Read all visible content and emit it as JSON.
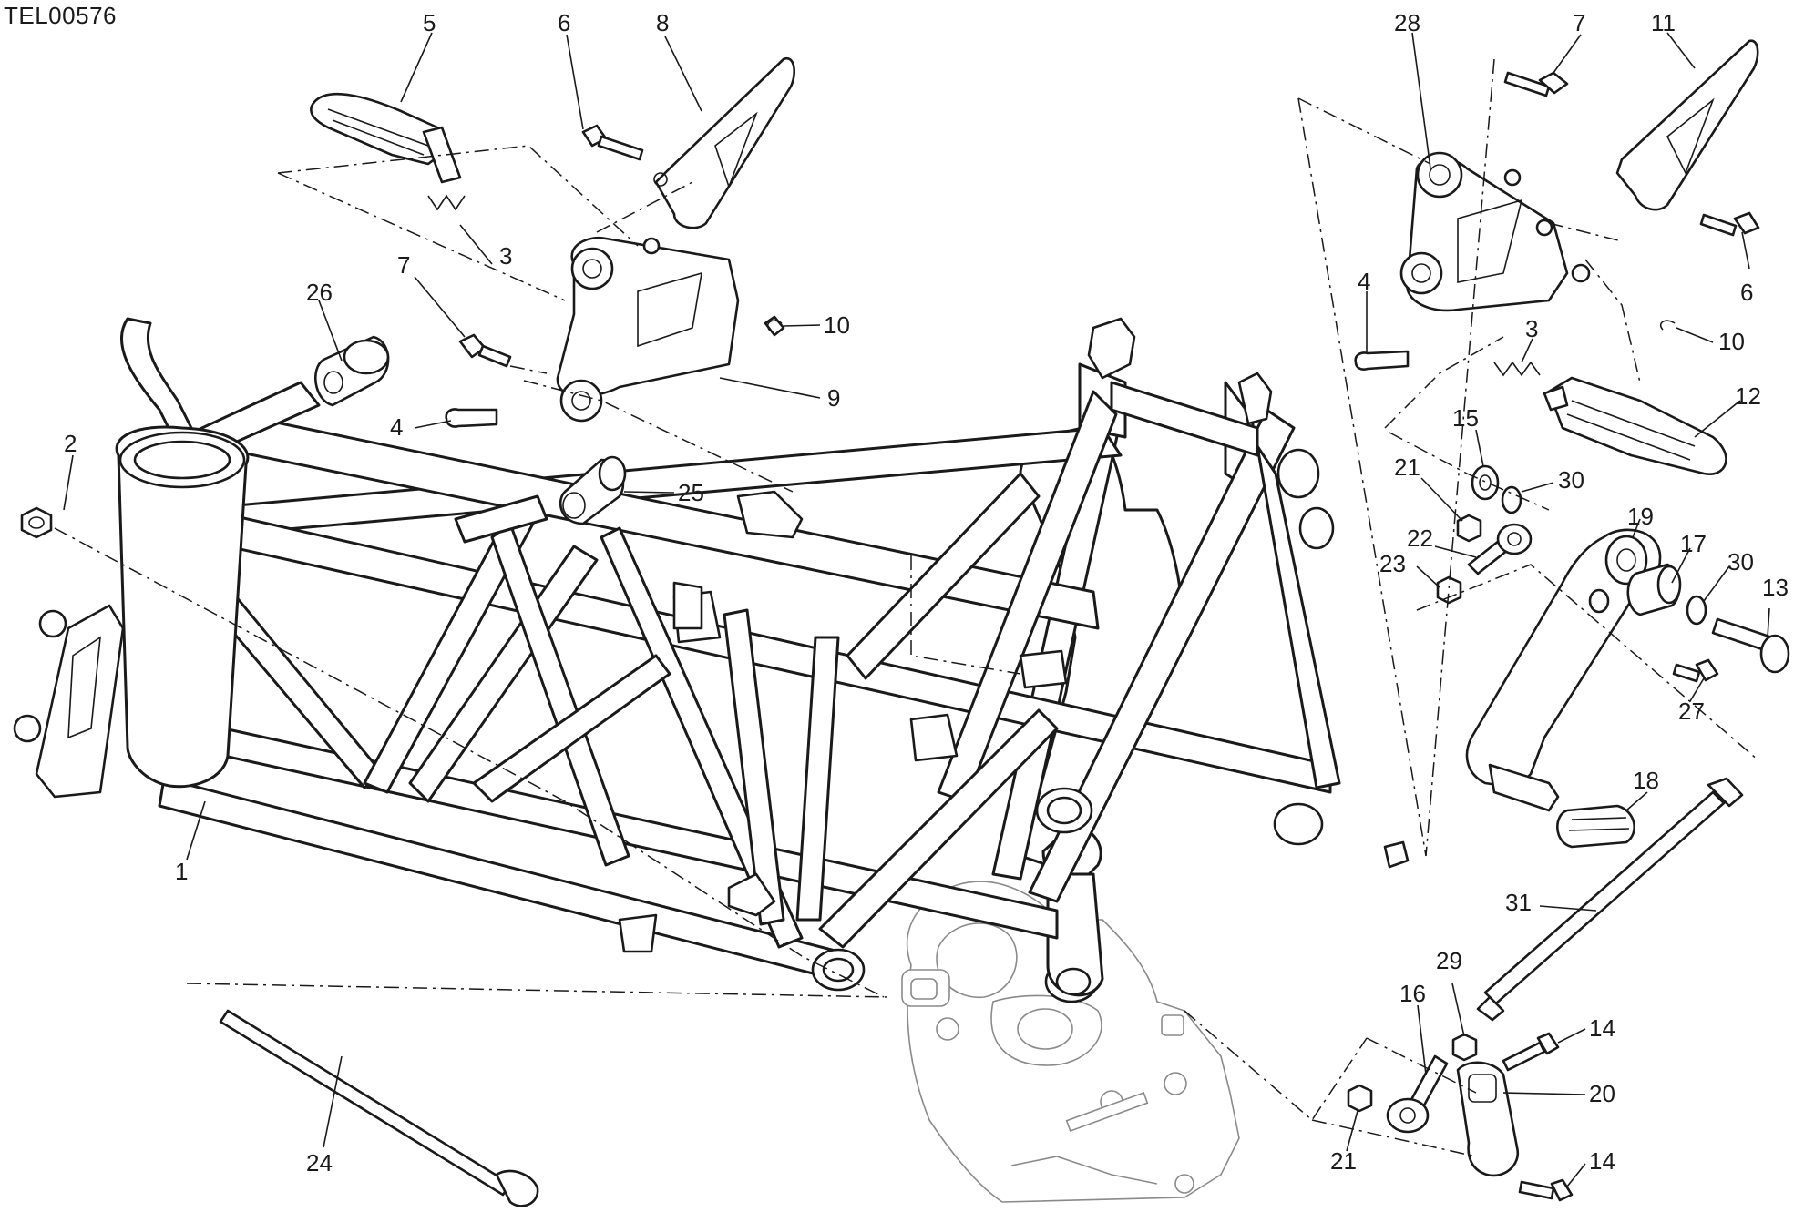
{
  "document_code": "TEL00576",
  "callouts": [
    {
      "id": "c1",
      "label": "1"
    },
    {
      "id": "c2",
      "label": "2"
    },
    {
      "id": "c3a",
      "label": "3"
    },
    {
      "id": "c3b",
      "label": "3"
    },
    {
      "id": "c4a",
      "label": "4"
    },
    {
      "id": "c4b",
      "label": "4"
    },
    {
      "id": "c5",
      "label": "5"
    },
    {
      "id": "c6a",
      "label": "6"
    },
    {
      "id": "c6b",
      "label": "6"
    },
    {
      "id": "c7a",
      "label": "7"
    },
    {
      "id": "c7b",
      "label": "7"
    },
    {
      "id": "c8",
      "label": "8"
    },
    {
      "id": "c9",
      "label": "9"
    },
    {
      "id": "c10a",
      "label": "10"
    },
    {
      "id": "c10b",
      "label": "10"
    },
    {
      "id": "c11",
      "label": "11"
    },
    {
      "id": "c12",
      "label": "12"
    },
    {
      "id": "c13",
      "label": "13"
    },
    {
      "id": "c14a",
      "label": "14"
    },
    {
      "id": "c14b",
      "label": "14"
    },
    {
      "id": "c15",
      "label": "15"
    },
    {
      "id": "c16",
      "label": "16"
    },
    {
      "id": "c17",
      "label": "17"
    },
    {
      "id": "c18",
      "label": "18"
    },
    {
      "id": "c19",
      "label": "19"
    },
    {
      "id": "c20",
      "label": "20"
    },
    {
      "id": "c21a",
      "label": "21"
    },
    {
      "id": "c21b",
      "label": "21"
    },
    {
      "id": "c22",
      "label": "22"
    },
    {
      "id": "c23",
      "label": "23"
    },
    {
      "id": "c24",
      "label": "24"
    },
    {
      "id": "c25",
      "label": "25"
    },
    {
      "id": "c26",
      "label": "26"
    },
    {
      "id": "c27",
      "label": "27"
    },
    {
      "id": "c28",
      "label": "28"
    },
    {
      "id": "c29",
      "label": "29"
    },
    {
      "id": "c30a",
      "label": "30"
    },
    {
      "id": "c30b",
      "label": "30"
    },
    {
      "id": "c31",
      "label": "31"
    }
  ]
}
